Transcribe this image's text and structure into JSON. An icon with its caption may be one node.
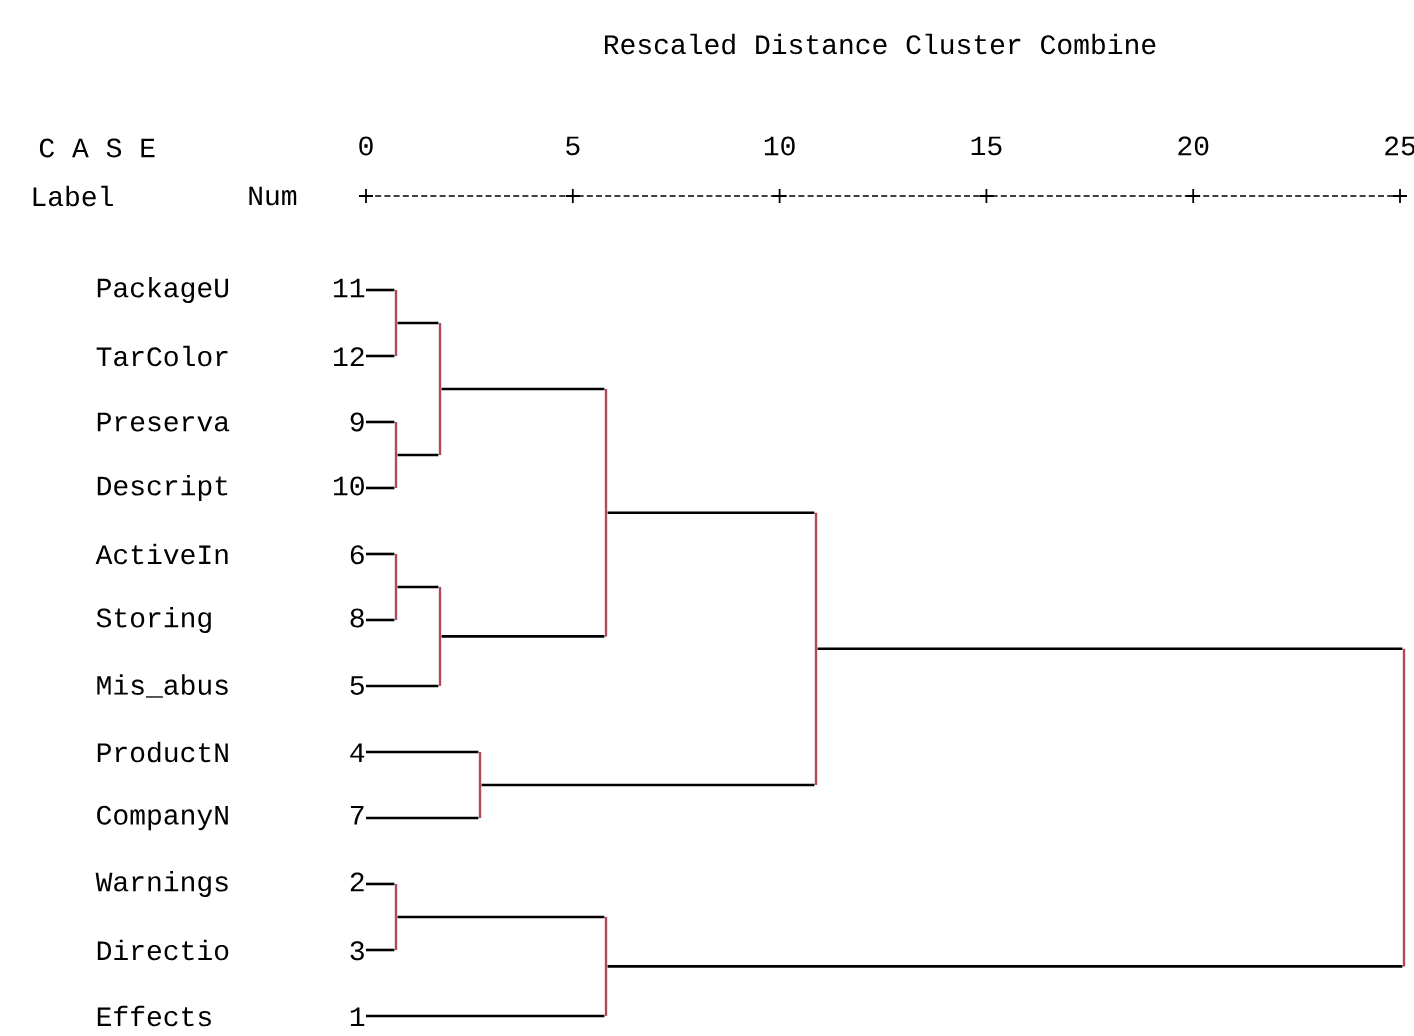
{
  "diagram": {
    "title": "Rescaled Distance Cluster Combine",
    "nodes": [
      {
        "text": [
          "PackageU",
          "11"
        ]
      },
      {
        "text": [
          "TarColor",
          "12"
        ]
      },
      {
        "text": [
          "Preserva",
          "9"
        ]
      },
      {
        "text": [
          "Descript",
          "10"
        ]
      },
      {
        "text": [
          "ActiveIn",
          "6"
        ]
      },
      {
        "text": [
          "Storing",
          "8"
        ]
      },
      {
        "text": [
          "Mis_abus",
          "5"
        ]
      },
      {
        "text": [
          "ProductN",
          "4"
        ]
      },
      {
        "text": [
          "CompanyN",
          "7"
        ]
      },
      {
        "text": [
          "Warnings",
          "2"
        ]
      },
      {
        "text": [
          "Directio",
          "3"
        ]
      },
      {
        "text": [
          "Effects",
          "1"
        ]
      },
      {
        "text": [],
        "shape": "bar"
      },
      {
        "text": [],
        "shape": "bar"
      },
      {
        "text": [],
        "shape": "bar"
      },
      {
        "text": [],
        "shape": "bar"
      },
      {
        "text": [],
        "shape": "bar"
      },
      {
        "text": [],
        "shape": "bar"
      },
      {
        "text": [],
        "shape": "bar"
      },
      {
        "text": [],
        "shape": "bar"
      },
      {
        "text": [],
        "shape": "bar"
      },
      {
        "text": [],
        "shape": "bar"
      },
      {
        "text": [],
        "shape": "bar"
      }
    ],
    "edges": [
      {
        "from": 0,
        "to": 12,
        "arrow": "none"
      },
      {
        "from": 1,
        "to": 12,
        "arrow": "none"
      },
      {
        "from": 2,
        "to": 13,
        "arrow": "none"
      },
      {
        "from": 3,
        "to": 13,
        "arrow": "none"
      },
      {
        "from": 4,
        "to": 14,
        "arrow": "none"
      },
      {
        "from": 5,
        "to": 14,
        "arrow": "none"
      },
      {
        "from": 9,
        "to": 15,
        "arrow": "none"
      },
      {
        "from": 10,
        "to": 15,
        "arrow": "none"
      },
      {
        "from": 12,
        "to": 16,
        "arrow": "none"
      },
      {
        "from": 13,
        "to": 16,
        "arrow": "none"
      },
      {
        "from": 14,
        "to": 17,
        "arrow": "none"
      },
      {
        "from": 6,
        "to": 17,
        "arrow": "none"
      },
      {
        "from": 7,
        "to": 18,
        "arrow": "none"
      },
      {
        "from": 8,
        "to": 18,
        "arrow": "none"
      },
      {
        "from": 16,
        "to": 19,
        "arrow": "none"
      },
      {
        "from": 17,
        "to": 19,
        "arrow": "none"
      },
      {
        "from": 15,
        "to": 20,
        "arrow": "none"
      },
      {
        "from": 11,
        "to": 20,
        "arrow": "none"
      },
      {
        "from": 19,
        "to": 21,
        "arrow": "none"
      },
      {
        "from": 18,
        "to": 21,
        "arrow": "none"
      },
      {
        "from": 21,
        "to": 22,
        "arrow": "none"
      },
      {
        "from": 20,
        "to": 22,
        "arrow": "none"
      }
    ],
    "labels": [
      "C A S E",
      "0",
      "5",
      "10",
      "15",
      "20",
      "25",
      "Label",
      "Num"
    ]
  }
}
